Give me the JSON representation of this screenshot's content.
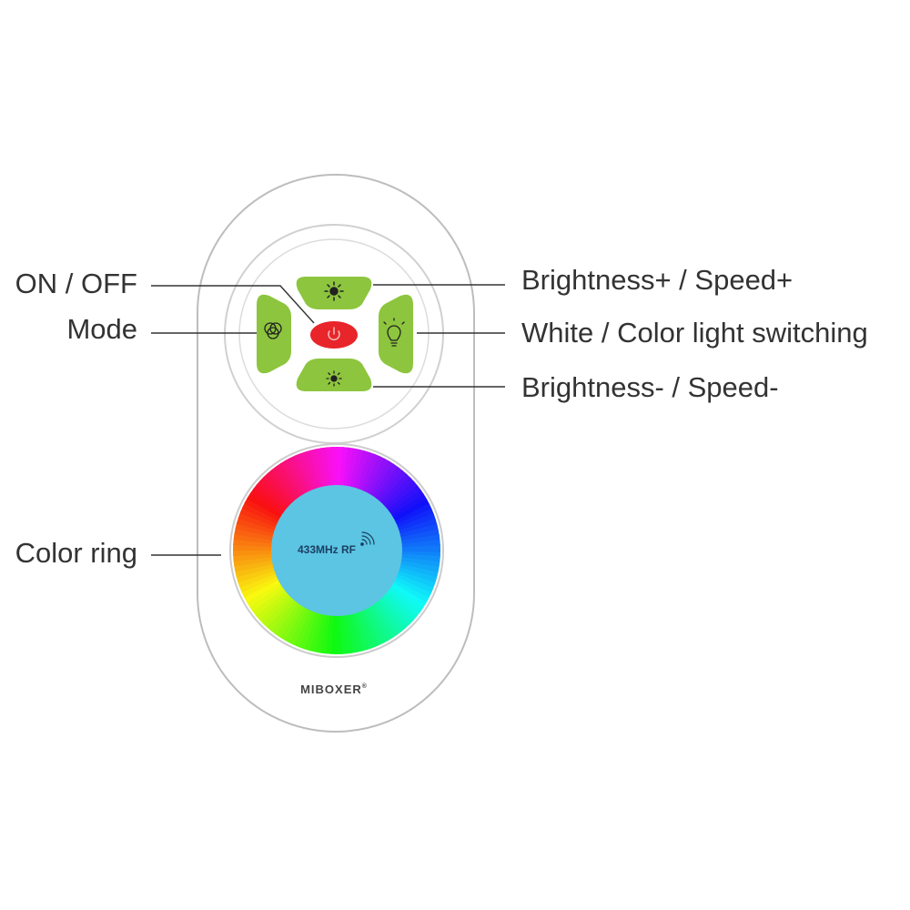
{
  "labels": {
    "on_off": "ON / OFF",
    "mode": "Mode",
    "color_ring": "Color ring",
    "brightness_plus": "Brightness+ / Speed+",
    "white_color": "White / Color light switching",
    "brightness_minus": "Brightness- / Speed-"
  },
  "device": {
    "center_text": "433MHz RF",
    "brand": "MIBOXER",
    "brand_mark": "®"
  },
  "colors": {
    "button_green": "#8dc53e",
    "power_red": "#e8252a",
    "center_blue": "#5cc5e3",
    "outline": "#bbbbbb",
    "leader_line": "#333333",
    "label_text": "#333333"
  },
  "icons": {
    "brightness_up": "sun-large-icon",
    "brightness_down": "sun-small-icon",
    "mode": "rgb-circles-icon",
    "white_color": "light-bulb-icon",
    "power": "power-icon",
    "rf": "wireless-signal-icon"
  }
}
